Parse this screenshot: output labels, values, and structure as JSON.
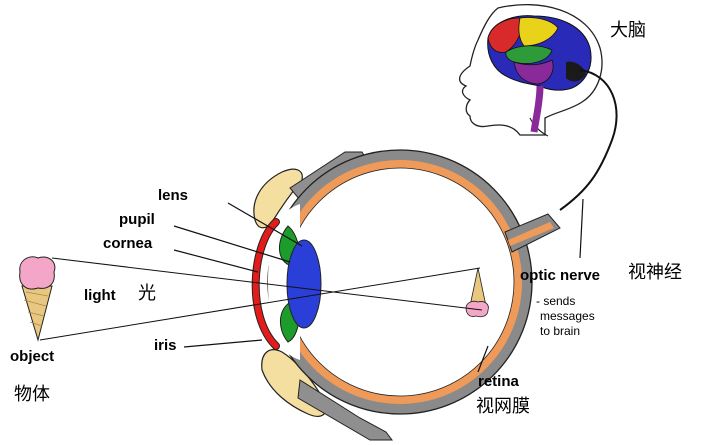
{
  "labels": {
    "brain_cn": "大脑",
    "lens": "lens",
    "pupil": "pupil",
    "cornea": "cornea",
    "light": "light",
    "light_cn": "光",
    "iris": "iris",
    "object": "object",
    "object_cn": "物体",
    "optic_nerve": "optic nerve",
    "optic_nerve_cn": "视神经",
    "optic_nerve_note_1": "- sends",
    "optic_nerve_note_2": "messages",
    "optic_nerve_note_3": "to brain",
    "retina": "retina",
    "retina_cn": "视网膜"
  },
  "colors": {
    "sclera_outer": "#7f7f7f",
    "choroid": "#f09a5a",
    "cornea": "#e31b1b",
    "iris": "#1c9c2a",
    "lens": "#2a3fd8",
    "eyelid": "#f5dfa0",
    "brain_blue": "#2a2ab8",
    "brain_purple": "#8a2a9a",
    "brain_green": "#2f9a3a",
    "brain_yellow": "#e8d21a",
    "brain_red": "#d82a2a",
    "ice_cream": "#f3a6c8",
    "cone": "#e8c880"
  }
}
